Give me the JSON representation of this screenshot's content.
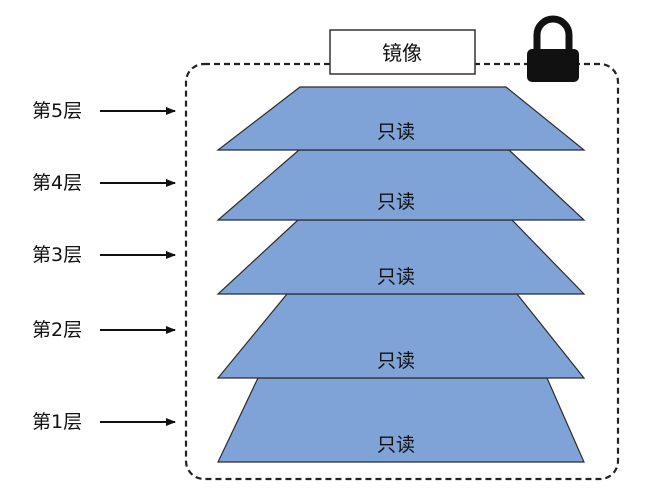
{
  "image": {
    "title": "镜像",
    "lock_icon": "lock-icon",
    "layers": [
      {
        "label": "第5层",
        "text": "只读"
      },
      {
        "label": "第4层",
        "text": "只读"
      },
      {
        "label": "第3层",
        "text": "只读"
      },
      {
        "label": "第2层",
        "text": "只读"
      },
      {
        "label": "第1层",
        "text": "只读"
      }
    ]
  },
  "colors": {
    "layer_fill": "#7fa3d6",
    "layer_stroke": "#2c2c2c",
    "container_stroke": "#222222",
    "lock": "#111111"
  }
}
